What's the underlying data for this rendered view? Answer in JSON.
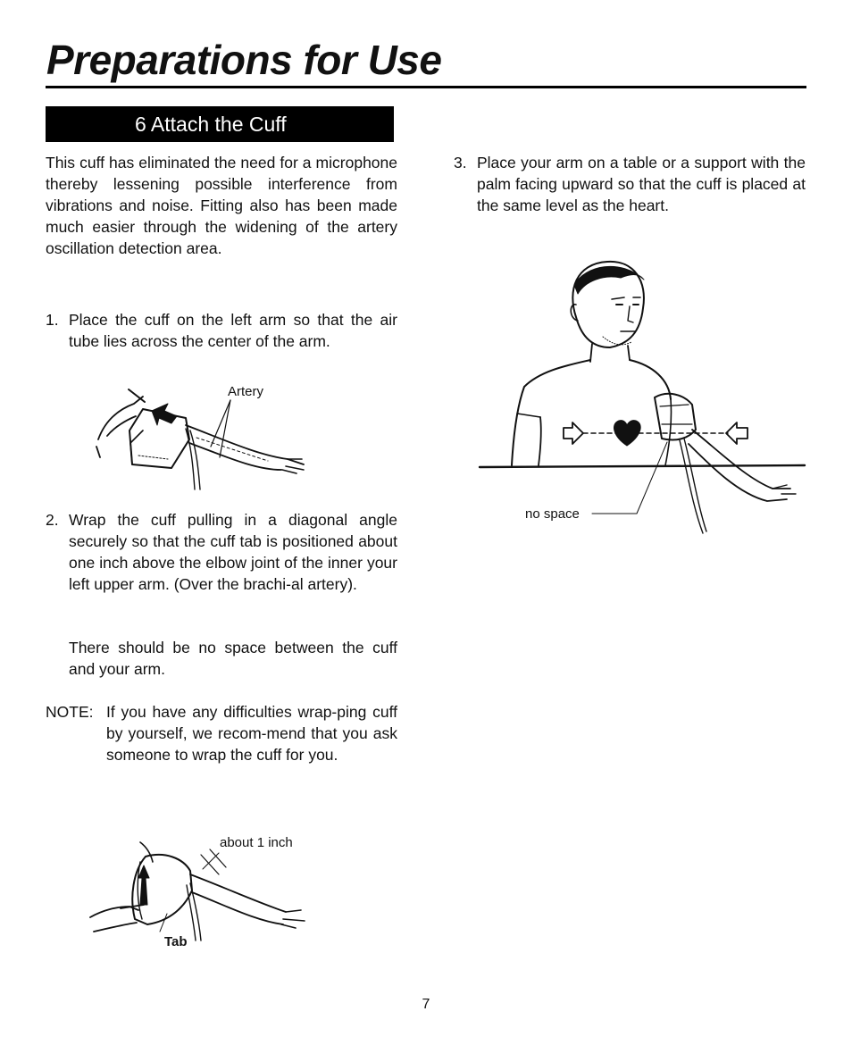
{
  "page": {
    "title": "Preparations for Use",
    "section_heading": "6 Attach the Cuff",
    "intro": "This cuff has eliminated the need for a microphone thereby lessening possible interference from vibrations and noise. Fitting also has been made much easier through the widening of the artery oscillation detection area.",
    "steps": [
      {
        "number": "1.",
        "text": "Place the cuff on the left arm so that the air tube lies across the center of the arm."
      },
      {
        "number": "2.",
        "text": "Wrap the cuff pulling in a diagonal angle securely so that the cuff tab is positioned about one inch above the elbow joint of the inner your left upper arm. (Over the brachi-al artery)."
      },
      {
        "number": "3.",
        "text": "Place your arm on a table or a support with the palm facing upward so that the cuff is placed at the same level as the heart."
      }
    ],
    "step2_extra": "There should be no space between the cuff and your arm.",
    "note": {
      "label": "NOTE:",
      "text": "If you have any difficulties wrap-ping cuff by yourself, we recom-mend that you ask someone to wrap the cuff for you."
    },
    "figures": {
      "fig1_label": "Artery",
      "fig2_label": "about 1 inch",
      "fig2_tab_label": "Tab",
      "fig3_label": "no space"
    },
    "page_number": "7"
  }
}
